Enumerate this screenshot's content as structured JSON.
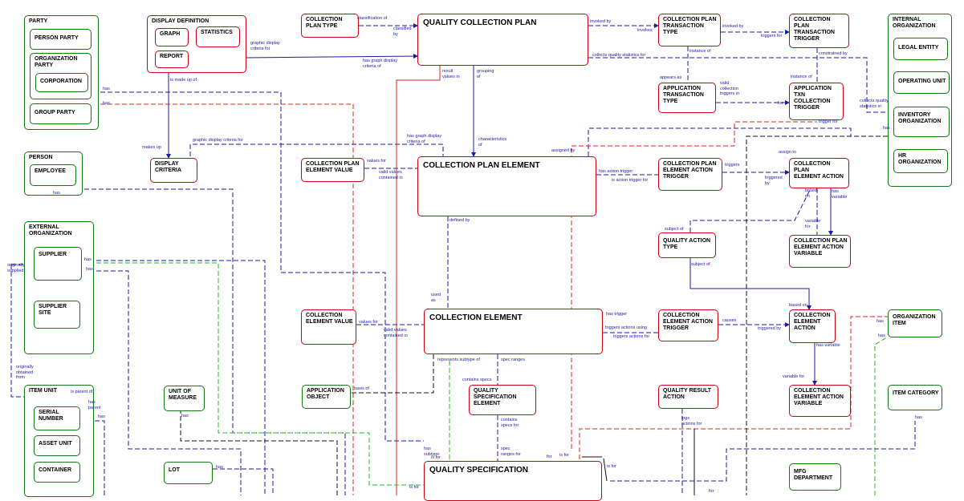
{
  "entities": {
    "party": "PARTY",
    "person_party": "PERSON PARTY",
    "organization_party": "ORGANIZATION\nPARTY",
    "corporation": "CORPORATION",
    "group_party": "GROUP PARTY",
    "person": "PERSON",
    "employee": "EMPLOYEE",
    "external_organization": "EXTERNAL\nORGANIZATION",
    "supplier": "SUPPLIER",
    "supplier_site": "SUPPLIER\nSITE",
    "item_unit": "ITEM UNIT",
    "serial_number": "SERIAL\nNUMBER",
    "asset_unit": "ASSET UNIT",
    "container": "CONTAINER",
    "display_definition": "DISPLAY DEFINITION",
    "graph": "GRAPH",
    "statistics": "STATISTICS",
    "report": "REPORT",
    "display_criteria": "DISPLAY\nCRITERIA",
    "collection_plan_type": "COLLECTION\nPLAN TYPE",
    "quality_collection_plan": "QUALITY COLLECTION PLAN",
    "collection_plan_element_value": "COLLECTION PLAN\nELEMENT VALUE",
    "collection_plan_element": "COLLECTION PLAN ELEMENT",
    "collection_element_value": "COLLECTION\nELEMENT VALUE",
    "collection_element": "COLLECTION ELEMENT",
    "application_object": "APPLICATION\nOBJECT",
    "quality_specification_element": "QUALITY\nSPECIFICATION\nELEMENT",
    "unit_of_measure": "UNIT OF\nMEASURE",
    "lot": "LOT",
    "quality_specification": "QUALITY SPECIFICATION",
    "collection_plan_transaction_type": "COLLECTION PLAN\nTRANSACTION\nTYPE",
    "collection_plan_transaction_trigger": "COLLECTION PLAN\nTRANSACTION\nTRIGGER",
    "application_transaction_type": "APPLICATION\nTRANSACTION\nTYPE",
    "application_txn_collection_trigger": "APPLICATION\nTXN\nCOLLECTION\nTRIGGER",
    "collection_plan_element_action_trigger": "COLLECTION PLAN\nELEMENT ACTION\nTRIGGER",
    "collection_plan_element_action": "COLLECTION PLAN\nELEMENT ACTION",
    "quality_action_type": "QUALITY ACTION\nTYPE",
    "collection_plan_element_action_variable": "COLLECTION PLAN\nELEMENT ACTION\nVARIABLE",
    "collection_element_action_trigger": "COLLECTION\nELEMENT ACTION\nTRIGGER",
    "collection_element_action": "COLLECTION\nELEMENT\nACTION",
    "collection_element_action_variable": "COLLECTION\nELEMENT ACTION\nVARIABLE",
    "quality_result_action": "QUALITY RESULT\nACTION",
    "internal_organization": "INTERNAL\nORGANIZATION",
    "legal_entity": "LEGAL ENTITY",
    "operating_unit": "OPERATING UNIT",
    "inventory_organization": "INVENTORY\nORGANIZATION",
    "hr_organization": "HR\nORGANIZATION",
    "organization_item": "ORGANIZATION\nITEM",
    "item_category": "ITEM CATEGORY",
    "mfg_department": "MFG\nDEPARTMENT"
  },
  "relationships": {
    "classification_of": "classification of",
    "classified_by": "classified\nby",
    "graphic_display_criteria_for_1": "graphic display\ncriteria for",
    "has_graph_display_criteria_of": "has graph display\ncriteria of",
    "collects_quality_statistics_for": "collects quality statistics for",
    "is_made_up_of": "is made up of",
    "makes_up": "makes up",
    "graphic_display_criteria_for_2": "graphic display criteria for",
    "has_graph_display_criteria_of_2": "has graph display\ncriteria of",
    "result_values_in": "result\nvalues in",
    "grouping_of": "grouping\nof",
    "characteristics_of": "characteristics\nof",
    "invoked_by_1": "invoked by",
    "invokes": "invokes",
    "invoked_by_2": "invoked by",
    "triggers_for": "triggers for",
    "instance_of_1": "instance of",
    "constrained_by": "constrained by",
    "appears_as": "appears as",
    "valid_collection_triggers_in": "valid\ncollection\ntriggers in",
    "for_1": "for",
    "instance_of_2": "instance of",
    "collects_quality_statistics_in": "collects quality\nstatistics in",
    "trigger_for": "trigger for",
    "has_1": "has",
    "assigned_by": "assigned by",
    "assign_to": "assign to",
    "values_for_1": "values for",
    "valid_values_contained_in_1": "valid values\ncontained in",
    "has_action_trigger": "has action trigger",
    "is_action_trigger_for": "is action trigger for",
    "triggers": "triggers",
    "triggered_by_1": "triggered\nby",
    "based_on_1": "based\non",
    "has_variable_1": "has\nvariable",
    "variable_for_1": "variable\nfor",
    "subject_of_1": "subject of",
    "subject_of_2": "subject of",
    "defined_by": "defined by",
    "used_as": "used\nas",
    "values_for_2": "values for",
    "valid_values_contained_in_2": "valid values\ncontained in",
    "has_trigger": "has trigger",
    "triggers_actions_using": "triggers actions using",
    "triggers_actions_for": "triggers actions for",
    "causes": "causes",
    "triggered_by_2": "triggered by",
    "based_on_2": "based on",
    "has_variable_2": "has variable",
    "variable_for_2": "variable for",
    "represents_subtype_of": "represents subtype of",
    "spec_ranges_1": "spec ranges",
    "contains_specs": "contains specs",
    "contains_specs_for": "contains\nspecs for",
    "spec_ranges_for": "spec\nranges for",
    "basis_of": "basis of",
    "logs_actions_for": "logs\nactions for",
    "has_subtype": "has\nsubtype",
    "is_for_1": "is for",
    "is_for_2": "is for",
    "for_2": "for",
    "is_for_3": "is for",
    "is_for_4": "is for",
    "for_3": "for",
    "has_party_1": "has",
    "has_party_2": "has",
    "has_employee": "has",
    "has_supplier_1": "has",
    "has_supplier_2": "has",
    "originally_supplied": "originally\nsupplied",
    "originally_obtained_from": "originally\nobtained\nfrom",
    "is_parent_of": "is parent of",
    "has_parent": "has\nparent",
    "has_serial": "has",
    "has_uom": "has",
    "has_lot": "has",
    "has_org_item_1": "has",
    "has_org_item_2": "has",
    "has_item_category": "has"
  }
}
